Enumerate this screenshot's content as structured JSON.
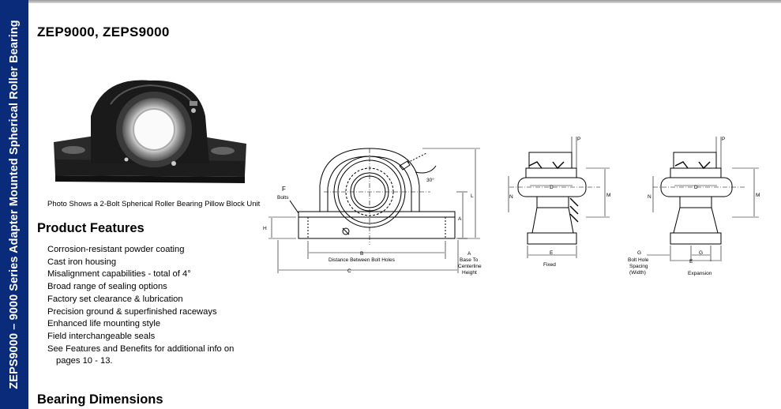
{
  "side_banner": "ZEPS9000 – 9000 Series Adapter Mounted Spherical Roller Bearing",
  "title": "ZEP9000, ZEPS9000",
  "photo_caption": "Photo Shows a 2-Bolt Spherical Roller Bearing Pillow Block Unit",
  "features_heading": "Product Features",
  "features": [
    "Corrosion-resistant powder coating",
    "Cast iron housing",
    "Misalignment capabilities - total of 4°",
    "Broad range of sealing options",
    "Factory set clearance & lubrication",
    "Precision ground & superfinished raceways",
    "Enhanced life mounting style",
    "Field interchangeable seals",
    "See Features and Benefits for additional info on"
  ],
  "features_continuation": "pages 10 - 13.",
  "dimensions_heading": "Bearing Dimensions",
  "diagram_front": {
    "f_label": "F",
    "bolts_label": "Bolts",
    "angle_label": "30°",
    "h_label": "H",
    "a_label": "A",
    "l_label": "L",
    "b_label": "B",
    "b_desc": "Distance Between Bolt Holes",
    "c_label": "C",
    "base_label": "A",
    "base_desc_1": "Base To",
    "base_desc_2": "Centerline",
    "base_desc_3": "Height"
  },
  "diagram_fixed": {
    "p_label": "P",
    "d_label": "D",
    "n_label": "N",
    "m_label": "M",
    "e_label": "E",
    "caption": "Fixed"
  },
  "diagram_expansion": {
    "p_label": "P",
    "d_label": "D",
    "n_label": "N",
    "m_label": "M",
    "g_label": "G",
    "g2_label": "G",
    "e_label": "E",
    "bolt_desc_1": "Bolt Hole",
    "bolt_desc_2": "Spacing",
    "bolt_desc_3": "(Width)",
    "caption": "Expansion"
  }
}
